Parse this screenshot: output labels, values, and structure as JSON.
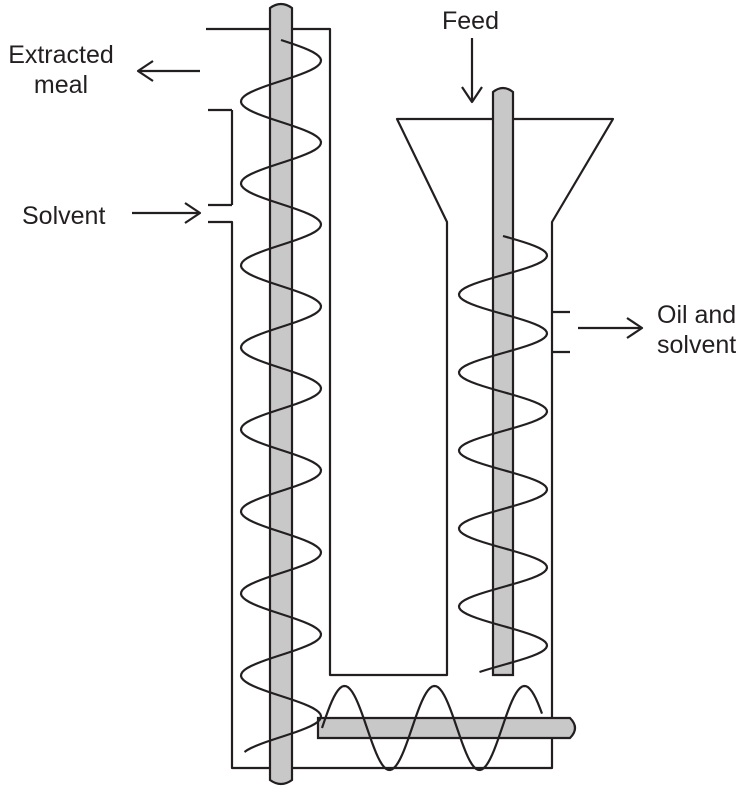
{
  "labels": {
    "extracted_meal": [
      "Extracted",
      "meal"
    ],
    "solvent": "Solvent",
    "feed": "Feed",
    "oil_and_solvent": [
      "Oil and",
      "solvent"
    ]
  },
  "colors": {
    "line": "#231f20",
    "shaft_fill": "#c8c8c8",
    "background": "#ffffff"
  }
}
